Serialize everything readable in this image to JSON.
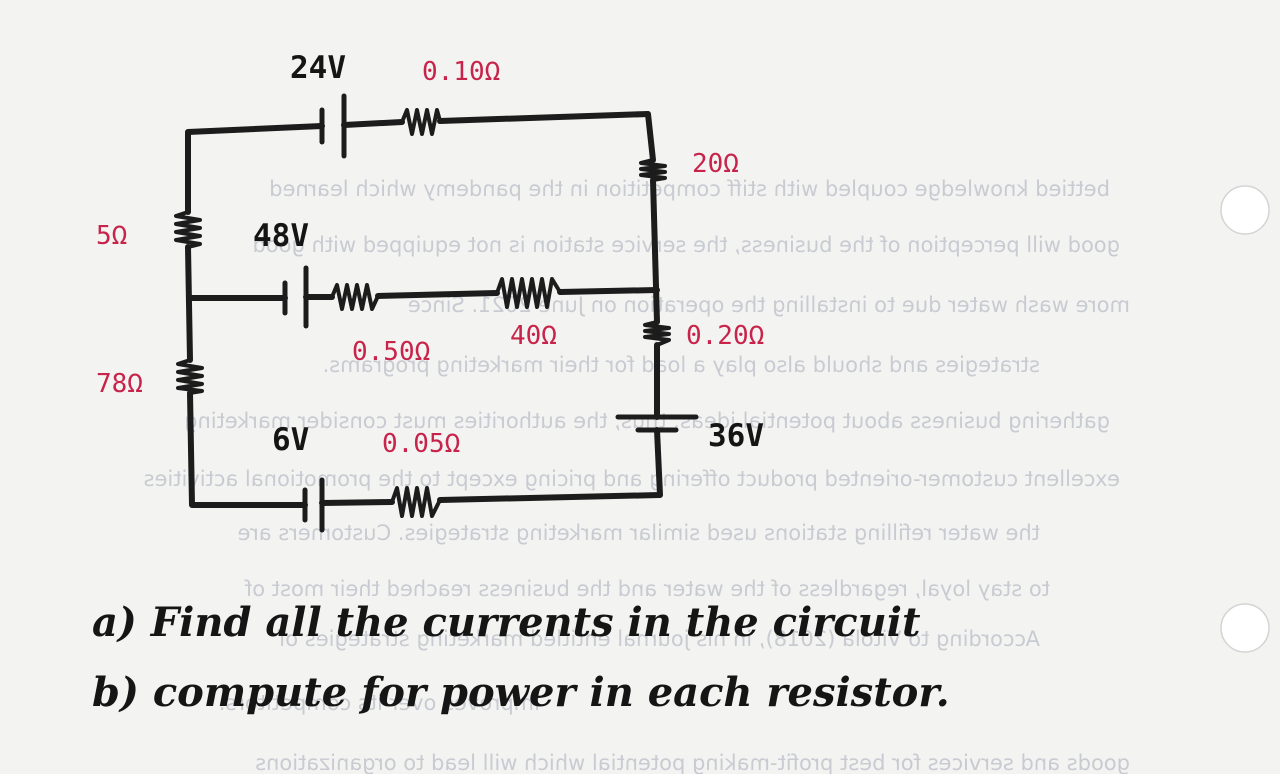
{
  "circuit": {
    "top_battery": {
      "emf": "24V",
      "resistance": "0.10Ω"
    },
    "middle_battery": {
      "emf": "48V",
      "resistance": "0.50Ω"
    },
    "middle_resistor": "40Ω",
    "bottom_battery": {
      "emf": "6V",
      "resistance": "0.05Ω"
    },
    "right_resistor_top": "20Ω",
    "right_resistor_mid": "0.20Ω",
    "right_battery": "36V",
    "left_resistor_top": "5Ω",
    "left_resistor_bottom": "78Ω"
  },
  "questions": {
    "a": "a) Find all the currents in the circuit",
    "b": "b) compute for power in each resistor."
  },
  "show_through": [
    "bettied knowledge coupled with stiff competition in the pandemy which learned",
    "good will perception of the business, the service station is not equipped with good",
    "more wash water due to installing the operation on June 2021. Since",
    "strategies and should also play a load for their marketing programs.",
    "gathering business about potential ideas, thus, the authorities must consider marketing",
    "excellent customer-oriented product offering and pricing except to the promotional activities",
    "the water refilling stations used similar marketing strategies. Customers are",
    "to stay loyal, regardless of the water and the business reached their most of",
    "According to Vitola (2018), in his journal entitled marketing strategies of",
    "improves over its competitors.",
    "goods and services for best profit-making potential which will lead to organizations"
  ]
}
